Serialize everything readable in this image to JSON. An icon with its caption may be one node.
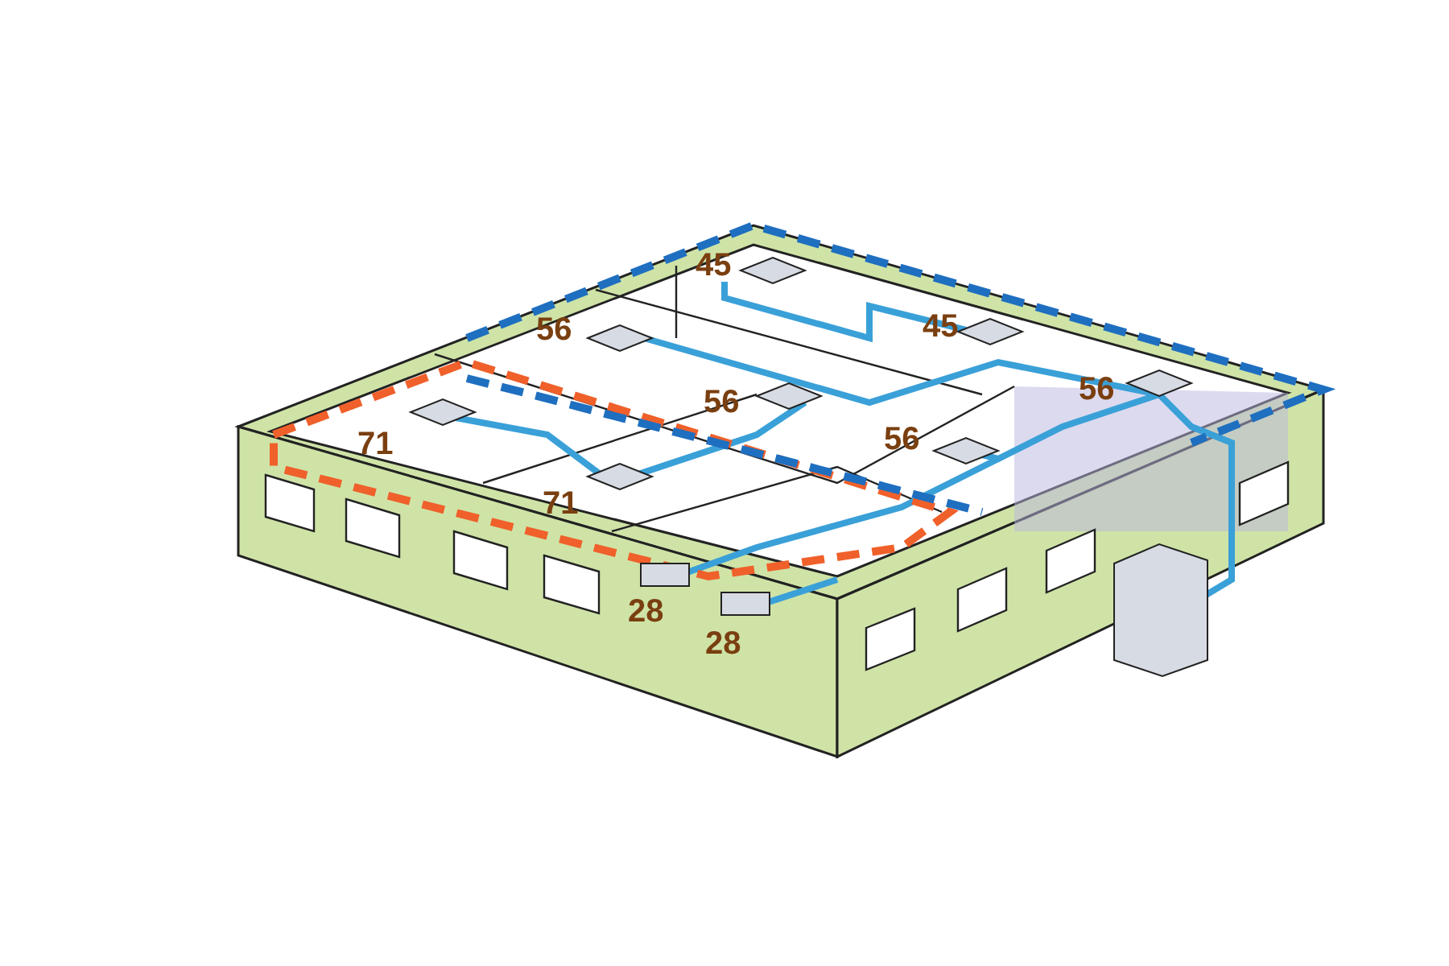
{
  "diagram": {
    "labels": [
      "45",
      "56",
      "45",
      "56",
      "56",
      "71",
      "56",
      "71",
      "28",
      "28"
    ]
  }
}
